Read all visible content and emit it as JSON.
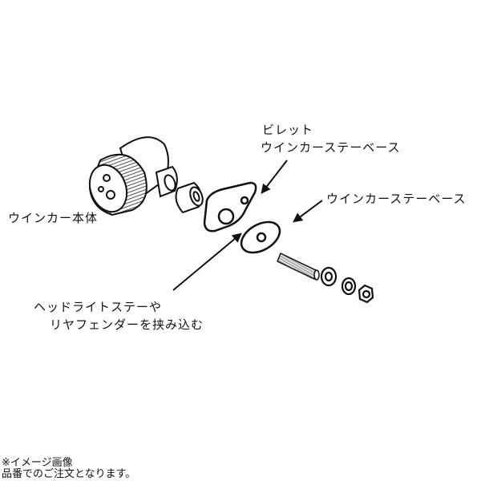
{
  "labels": {
    "billet_base_line1": "ビレット",
    "billet_base_line2": "ウインカーステーベース",
    "stay_base": "ウインカーステーベース",
    "signal_body": "ウインカー本体",
    "clamp_line1": "ヘッドライトステーや",
    "clamp_line2": "リヤフェンダーを挟み込む"
  },
  "notes": {
    "image_note": "※イメージ画像",
    "order_note": "品番でのご注文となります。"
  }
}
